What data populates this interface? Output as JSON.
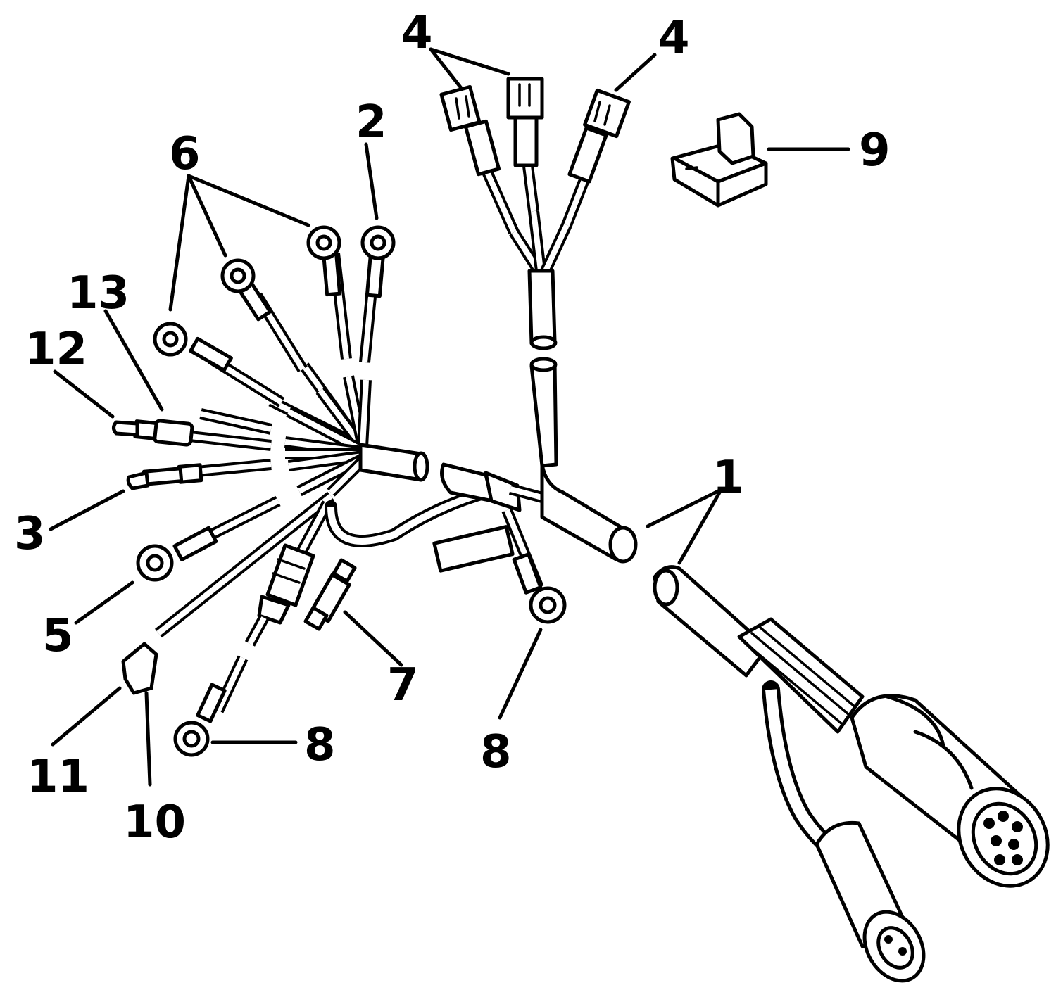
{
  "diagram": {
    "callouts": [
      {
        "id": "1",
        "text": "1"
      },
      {
        "id": "2",
        "text": "2"
      },
      {
        "id": "3",
        "text": "3"
      },
      {
        "id": "4a",
        "text": "4"
      },
      {
        "id": "4b",
        "text": "4"
      },
      {
        "id": "5",
        "text": "5"
      },
      {
        "id": "6",
        "text": "6"
      },
      {
        "id": "7",
        "text": "7"
      },
      {
        "id": "8a",
        "text": "8"
      },
      {
        "id": "8b",
        "text": "8"
      },
      {
        "id": "9",
        "text": "9"
      },
      {
        "id": "10",
        "text": "10"
      },
      {
        "id": "11",
        "text": "11"
      },
      {
        "id": "12",
        "text": "12"
      },
      {
        "id": "13",
        "text": "13"
      }
    ]
  },
  "colors": {
    "ink": "#000000",
    "paper": "#ffffff"
  }
}
